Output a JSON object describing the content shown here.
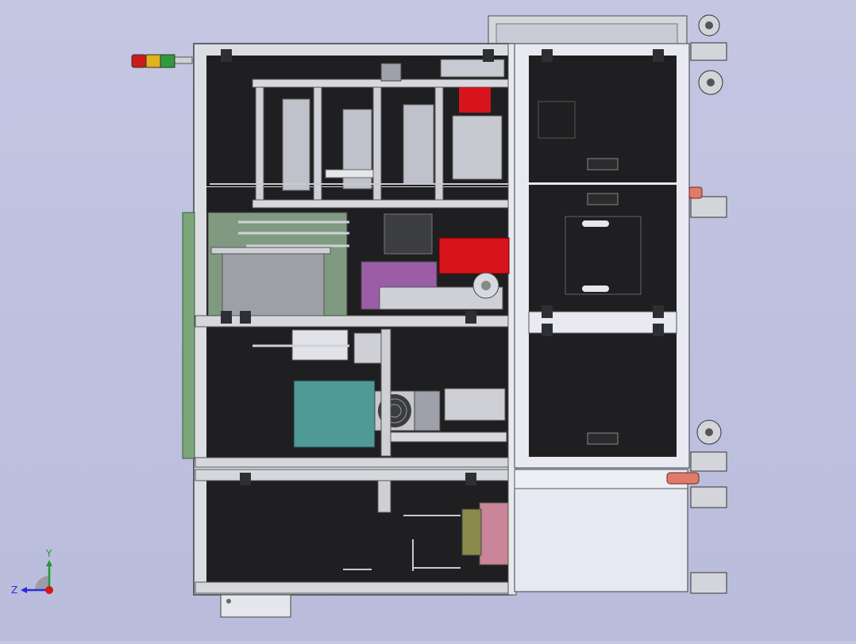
{
  "viewport": {
    "background": "#bfc1df",
    "model": "machine-side-view",
    "colors": {
      "frame": "#d9dbe0",
      "frame_edge": "#4a4c55",
      "cavity": "#1e1e20",
      "red": "#d7141b",
      "teal": "#4f9a94",
      "green_panel": "#7aa67a",
      "pink": "#c9869a",
      "purple": "#9b5ea6",
      "cabinet": "#e6e8f2"
    }
  },
  "signal_tower": {
    "lamps": [
      "red",
      "yellow",
      "green"
    ]
  },
  "triad": {
    "y_label": "Y",
    "z_label": "Z"
  }
}
